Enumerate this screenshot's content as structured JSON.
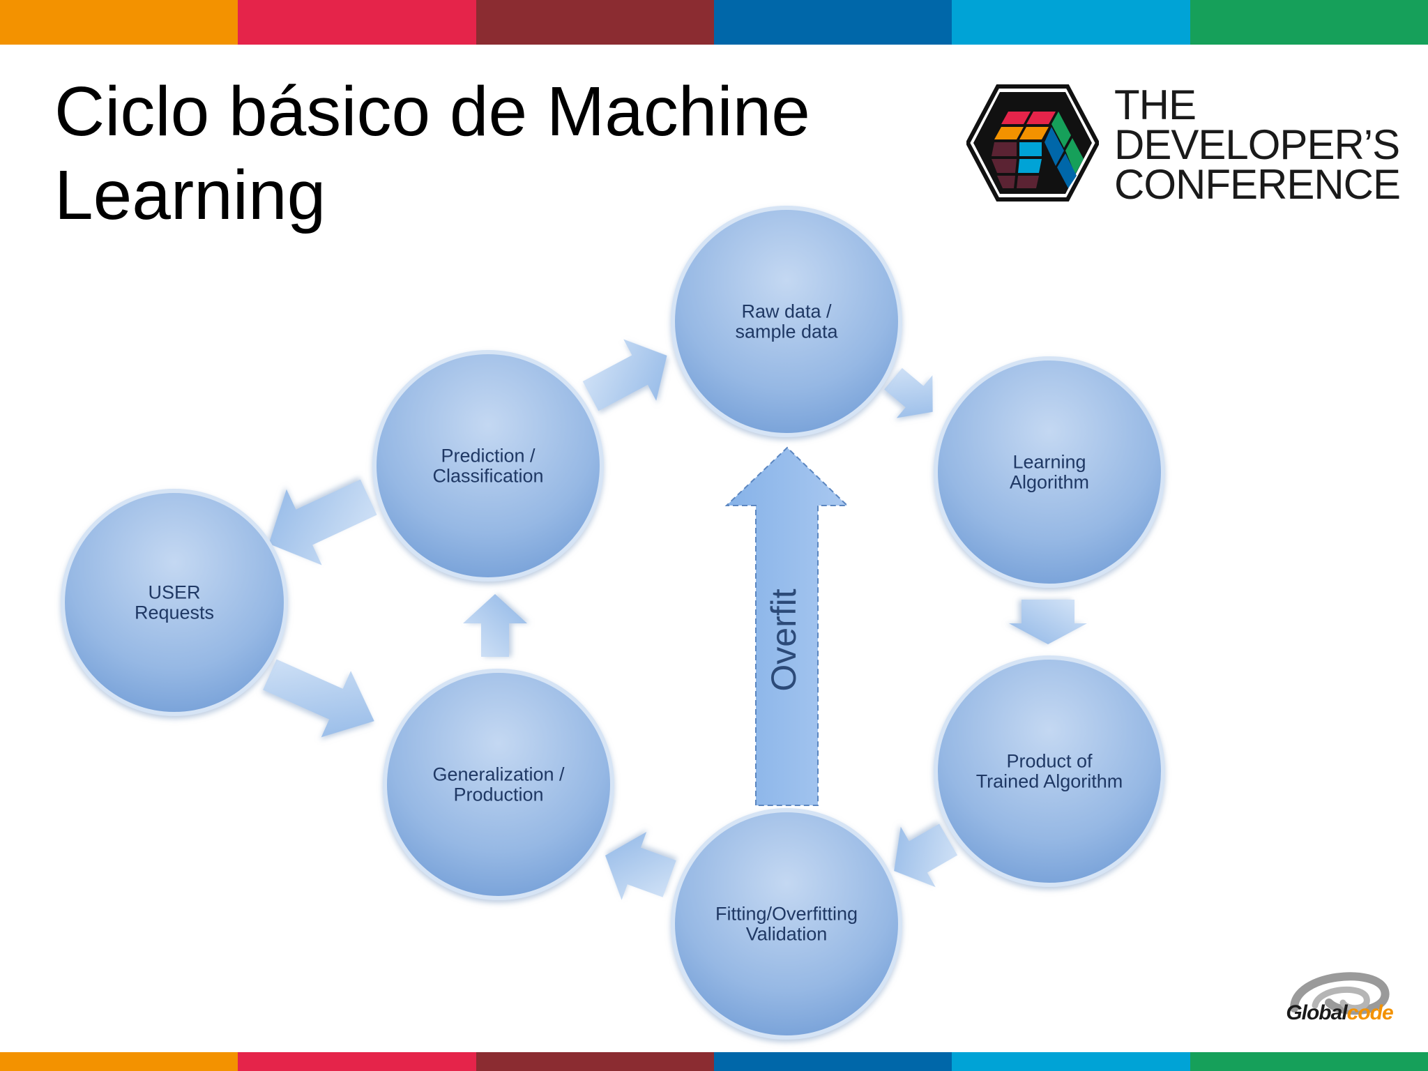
{
  "slide": {
    "title": "Ciclo básico de Machine\nLearning"
  },
  "stripe_colors": [
    "#f39200",
    "#e5244a",
    "#8b2c31",
    "#0067a9",
    "#00a3d6",
    "#16a05a"
  ],
  "logo_tdc": {
    "lines": [
      "THE",
      "DEVELOPER’S",
      "CONFERENCE"
    ],
    "cube_colors": [
      "#e5244a",
      "#f39200",
      "#16a05a",
      "#0067a9",
      "#00a3d6",
      "#5b2333"
    ]
  },
  "logo_globalcode": {
    "part1": "Global",
    "part2": "code",
    "part1_color": "#1a1a1a",
    "part2_color": "#f39200"
  },
  "diagram": {
    "nodes": [
      {
        "id": "raw",
        "lines": [
          "Raw data /",
          "sample data"
        ]
      },
      {
        "id": "learning",
        "lines": [
          "Learning",
          "Algorithm"
        ]
      },
      {
        "id": "product",
        "lines": [
          "Product of",
          "Trained Algorithm"
        ]
      },
      {
        "id": "fitting",
        "lines": [
          "Fitting/Overfitting",
          "Validation"
        ]
      },
      {
        "id": "generalization",
        "lines": [
          "Generalization /",
          "Production"
        ]
      },
      {
        "id": "prediction",
        "lines": [
          "Prediction /",
          "Classification"
        ]
      },
      {
        "id": "user",
        "lines": [
          "USER",
          "Requests"
        ]
      }
    ],
    "overfit_label": "Overfit",
    "node_color": "#8fb4e3",
    "arrow_color": "#a9c8ef"
  }
}
